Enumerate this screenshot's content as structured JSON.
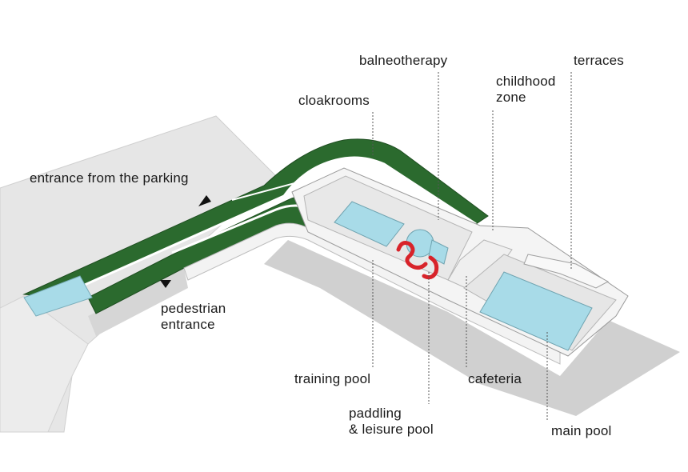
{
  "labels": {
    "balneotherapy": "balneotherapy",
    "terraces": "terraces",
    "childhood_zone": "childhood\nzone",
    "cloakrooms": "cloakrooms",
    "entrance_parking": "entrance from the parking",
    "pedestrian_entrance": "pedestrian\nentrance",
    "training_pool": "training pool",
    "cafeteria": "cafeteria",
    "paddling_leisure_pool": "paddling\n& leisure pool",
    "main_pool": "main pool"
  },
  "colors": {
    "green_roof": "#2b6a2e",
    "water": "#a8dbe8",
    "ground": "#e6e6e6",
    "wall": "#f2f2f2",
    "shadow": "#cfcfcf",
    "slide_red": "#d8232a",
    "leader": "#555555"
  }
}
